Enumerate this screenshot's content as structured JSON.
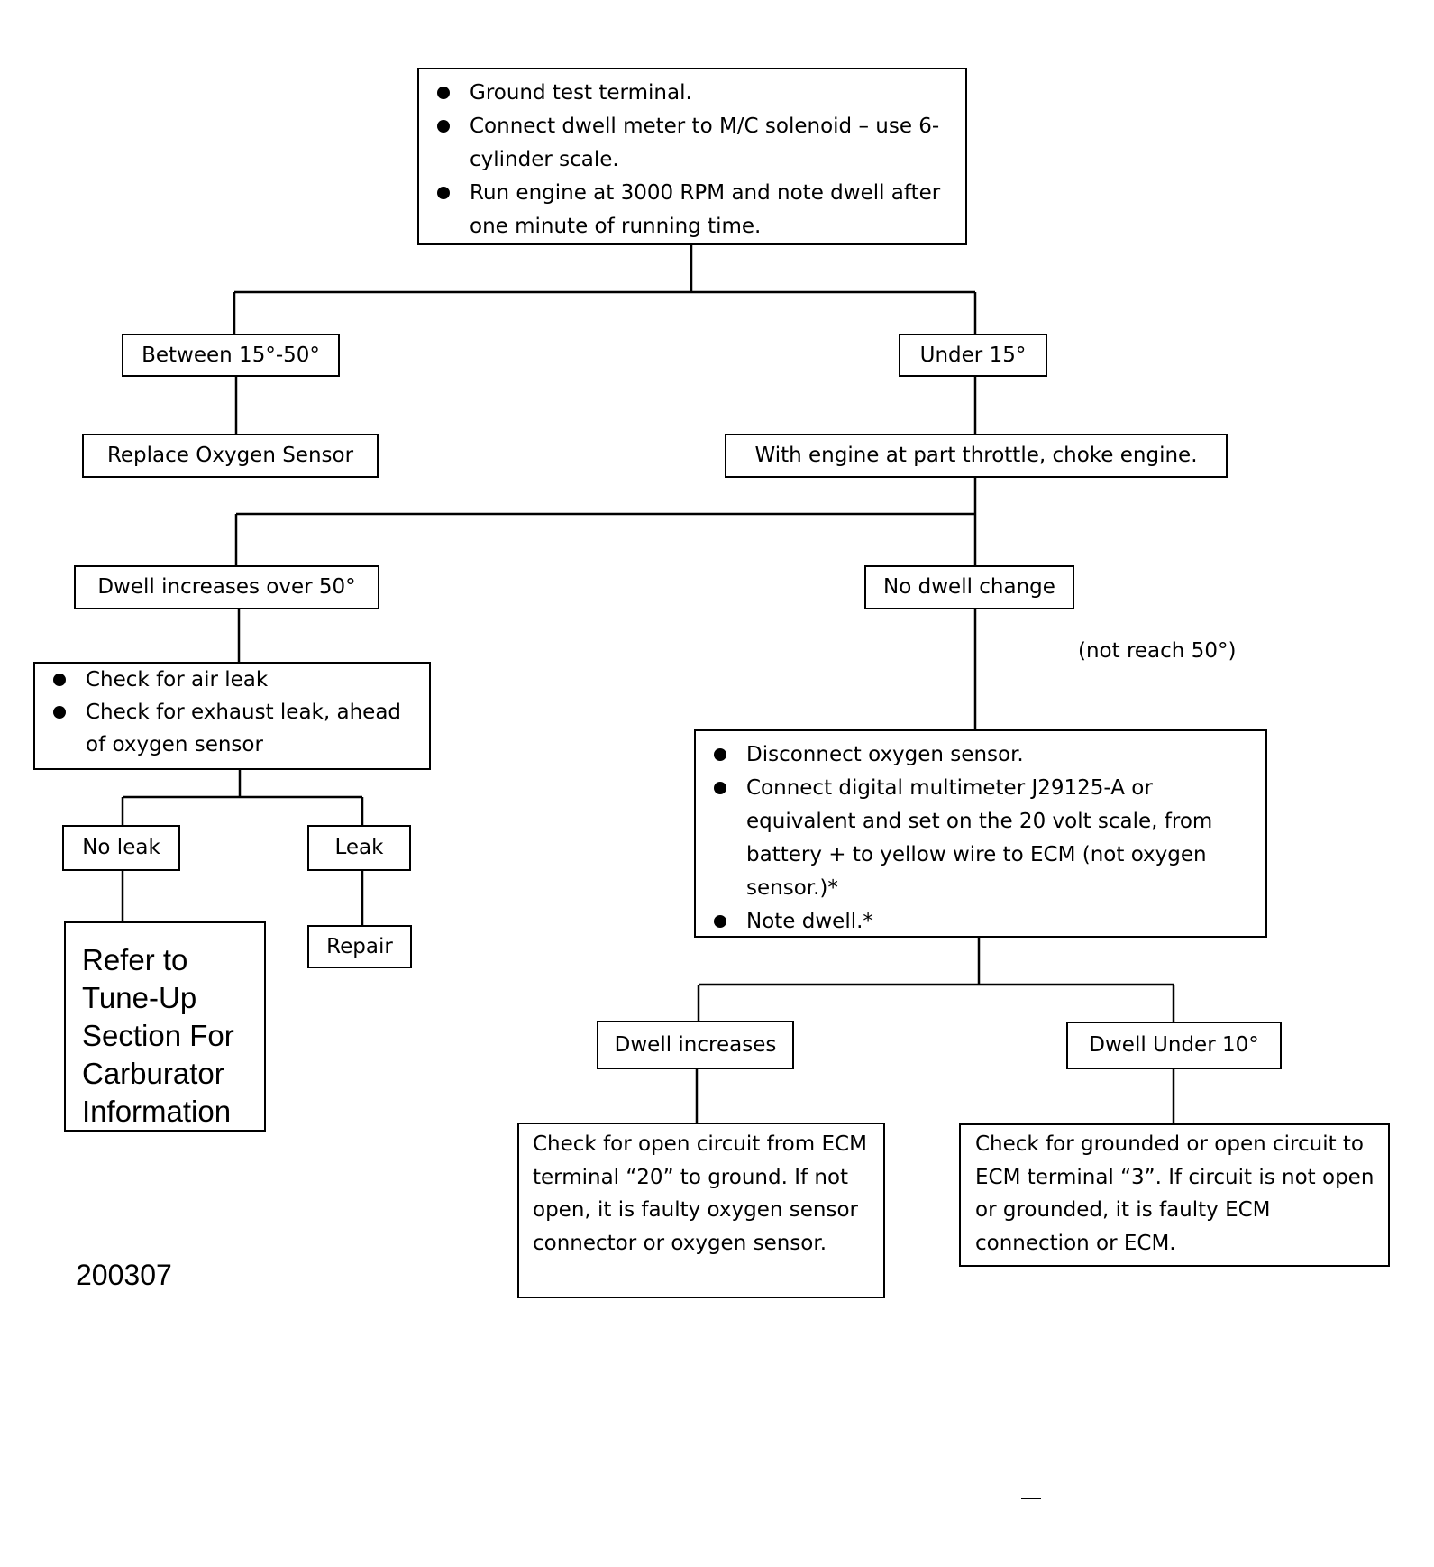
{
  "start": {
    "bullets": [
      "Ground test terminal.",
      "Connect dwell meter to M/C solenoid – use 6-cylinder scale.",
      "Run engine at 3000 RPM and note dwell after one minute of running time."
    ]
  },
  "between_15_50": "Between 15°-50°",
  "under_15": "Under 15°",
  "replace_oxygen_sensor": "Replace Oxygen Sensor",
  "choke_engine": "With engine at part throttle, choke engine.",
  "dwell_over_50": "Dwell increases over 50°",
  "no_dwell_change": "No dwell change",
  "not_reach_50": "(not reach 50°)",
  "leak_checks": {
    "bullets": [
      "Check for air leak",
      "Check for exhaust leak, ahead of oxygen sensor"
    ]
  },
  "no_leak": "No leak",
  "leak": "Leak",
  "repair": "Repair",
  "refer_tuneup": "Refer to Tune-Up Section For Carburator Information",
  "multimeter": {
    "bullets": [
      "Disconnect oxygen sensor.",
      "Connect digital multimeter J29125-A or equivalent and set on the 20 volt scale, from battery + to yellow wire to ECM (not oxygen sensor.)*",
      "Note dwell.*"
    ]
  },
  "dwell_increases": "Dwell increases",
  "dwell_under_10": "Dwell Under 10°",
  "open_circuit_check": "Check for open circuit from ECM terminal “20” to ground. If not open, it is faulty oxygen sensor connector or oxygen sensor.",
  "grounded_circuit_check": "Check for grounded or open circuit to ECM terminal “3”. If circuit is not open or grounded, it is faulty ECM connection or ECM.",
  "figure_number": "200307"
}
